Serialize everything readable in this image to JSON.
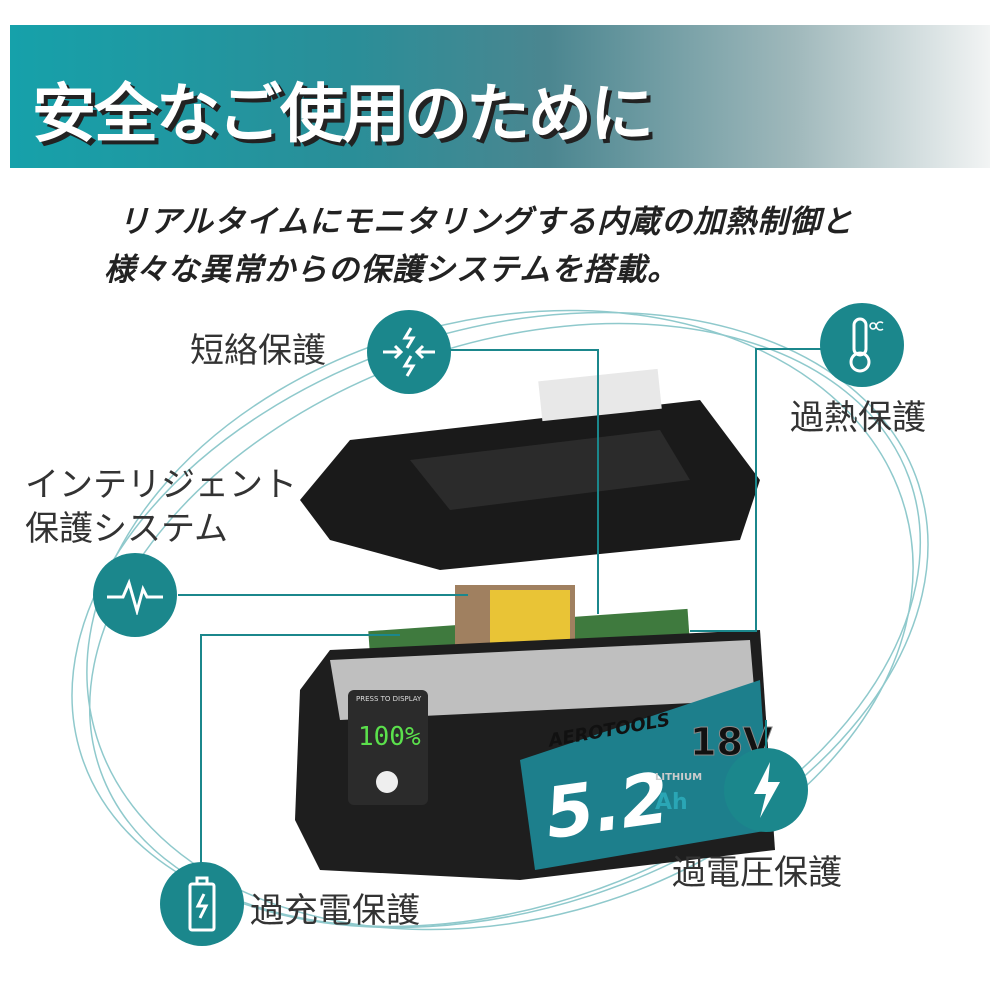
{
  "title": "安全なご使用のために",
  "subtitle": [
    "リアルタイムにモニタリングする内蔵の加熱制御と",
    "様々な異常からの保護システムを搭載。"
  ],
  "features": {
    "short_circuit": "短絡保護",
    "overheat": "過熱保護",
    "intelligent": [
      "インテリジェント",
      "保護システム"
    ],
    "overvoltage": "過電圧保護",
    "overcharge": "過充電保護"
  },
  "battery": {
    "press_label": "PRESS TO DISPLAY",
    "display": "100%",
    "brand": "AEROTOOLS",
    "capacity": "5.2",
    "capacity_unit": "Ah",
    "voltage": "18V",
    "type": "LITHIUM"
  },
  "colors": {
    "accent": "#1b878c",
    "banner_start": "#16a1aa"
  }
}
